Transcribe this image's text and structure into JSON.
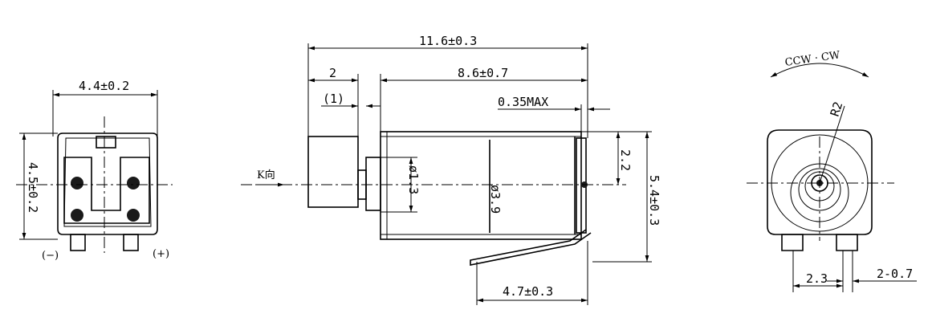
{
  "front_view": {
    "width_dim": "4.4±0.2",
    "height_dim": "4.5±0.2",
    "negative_terminal": "(−)",
    "positive_terminal": "(+)"
  },
  "side_view": {
    "overall_length": "11.6±0.3",
    "body_length": "8.6±0.7",
    "weight_length": "2",
    "gap": "(1)",
    "overhang": "0.35MAX",
    "shaft_diameter": "ø1.3",
    "body_diameter": "ø3.9",
    "half_height": "2.2",
    "total_height": "5.4±0.3",
    "terminal_length": "4.7±0.3",
    "view_label": "K向"
  },
  "end_view": {
    "rotation": "CCW · CW",
    "radius": "R2",
    "pin_pitch": "2.3",
    "pin_width": "2-0.7"
  }
}
